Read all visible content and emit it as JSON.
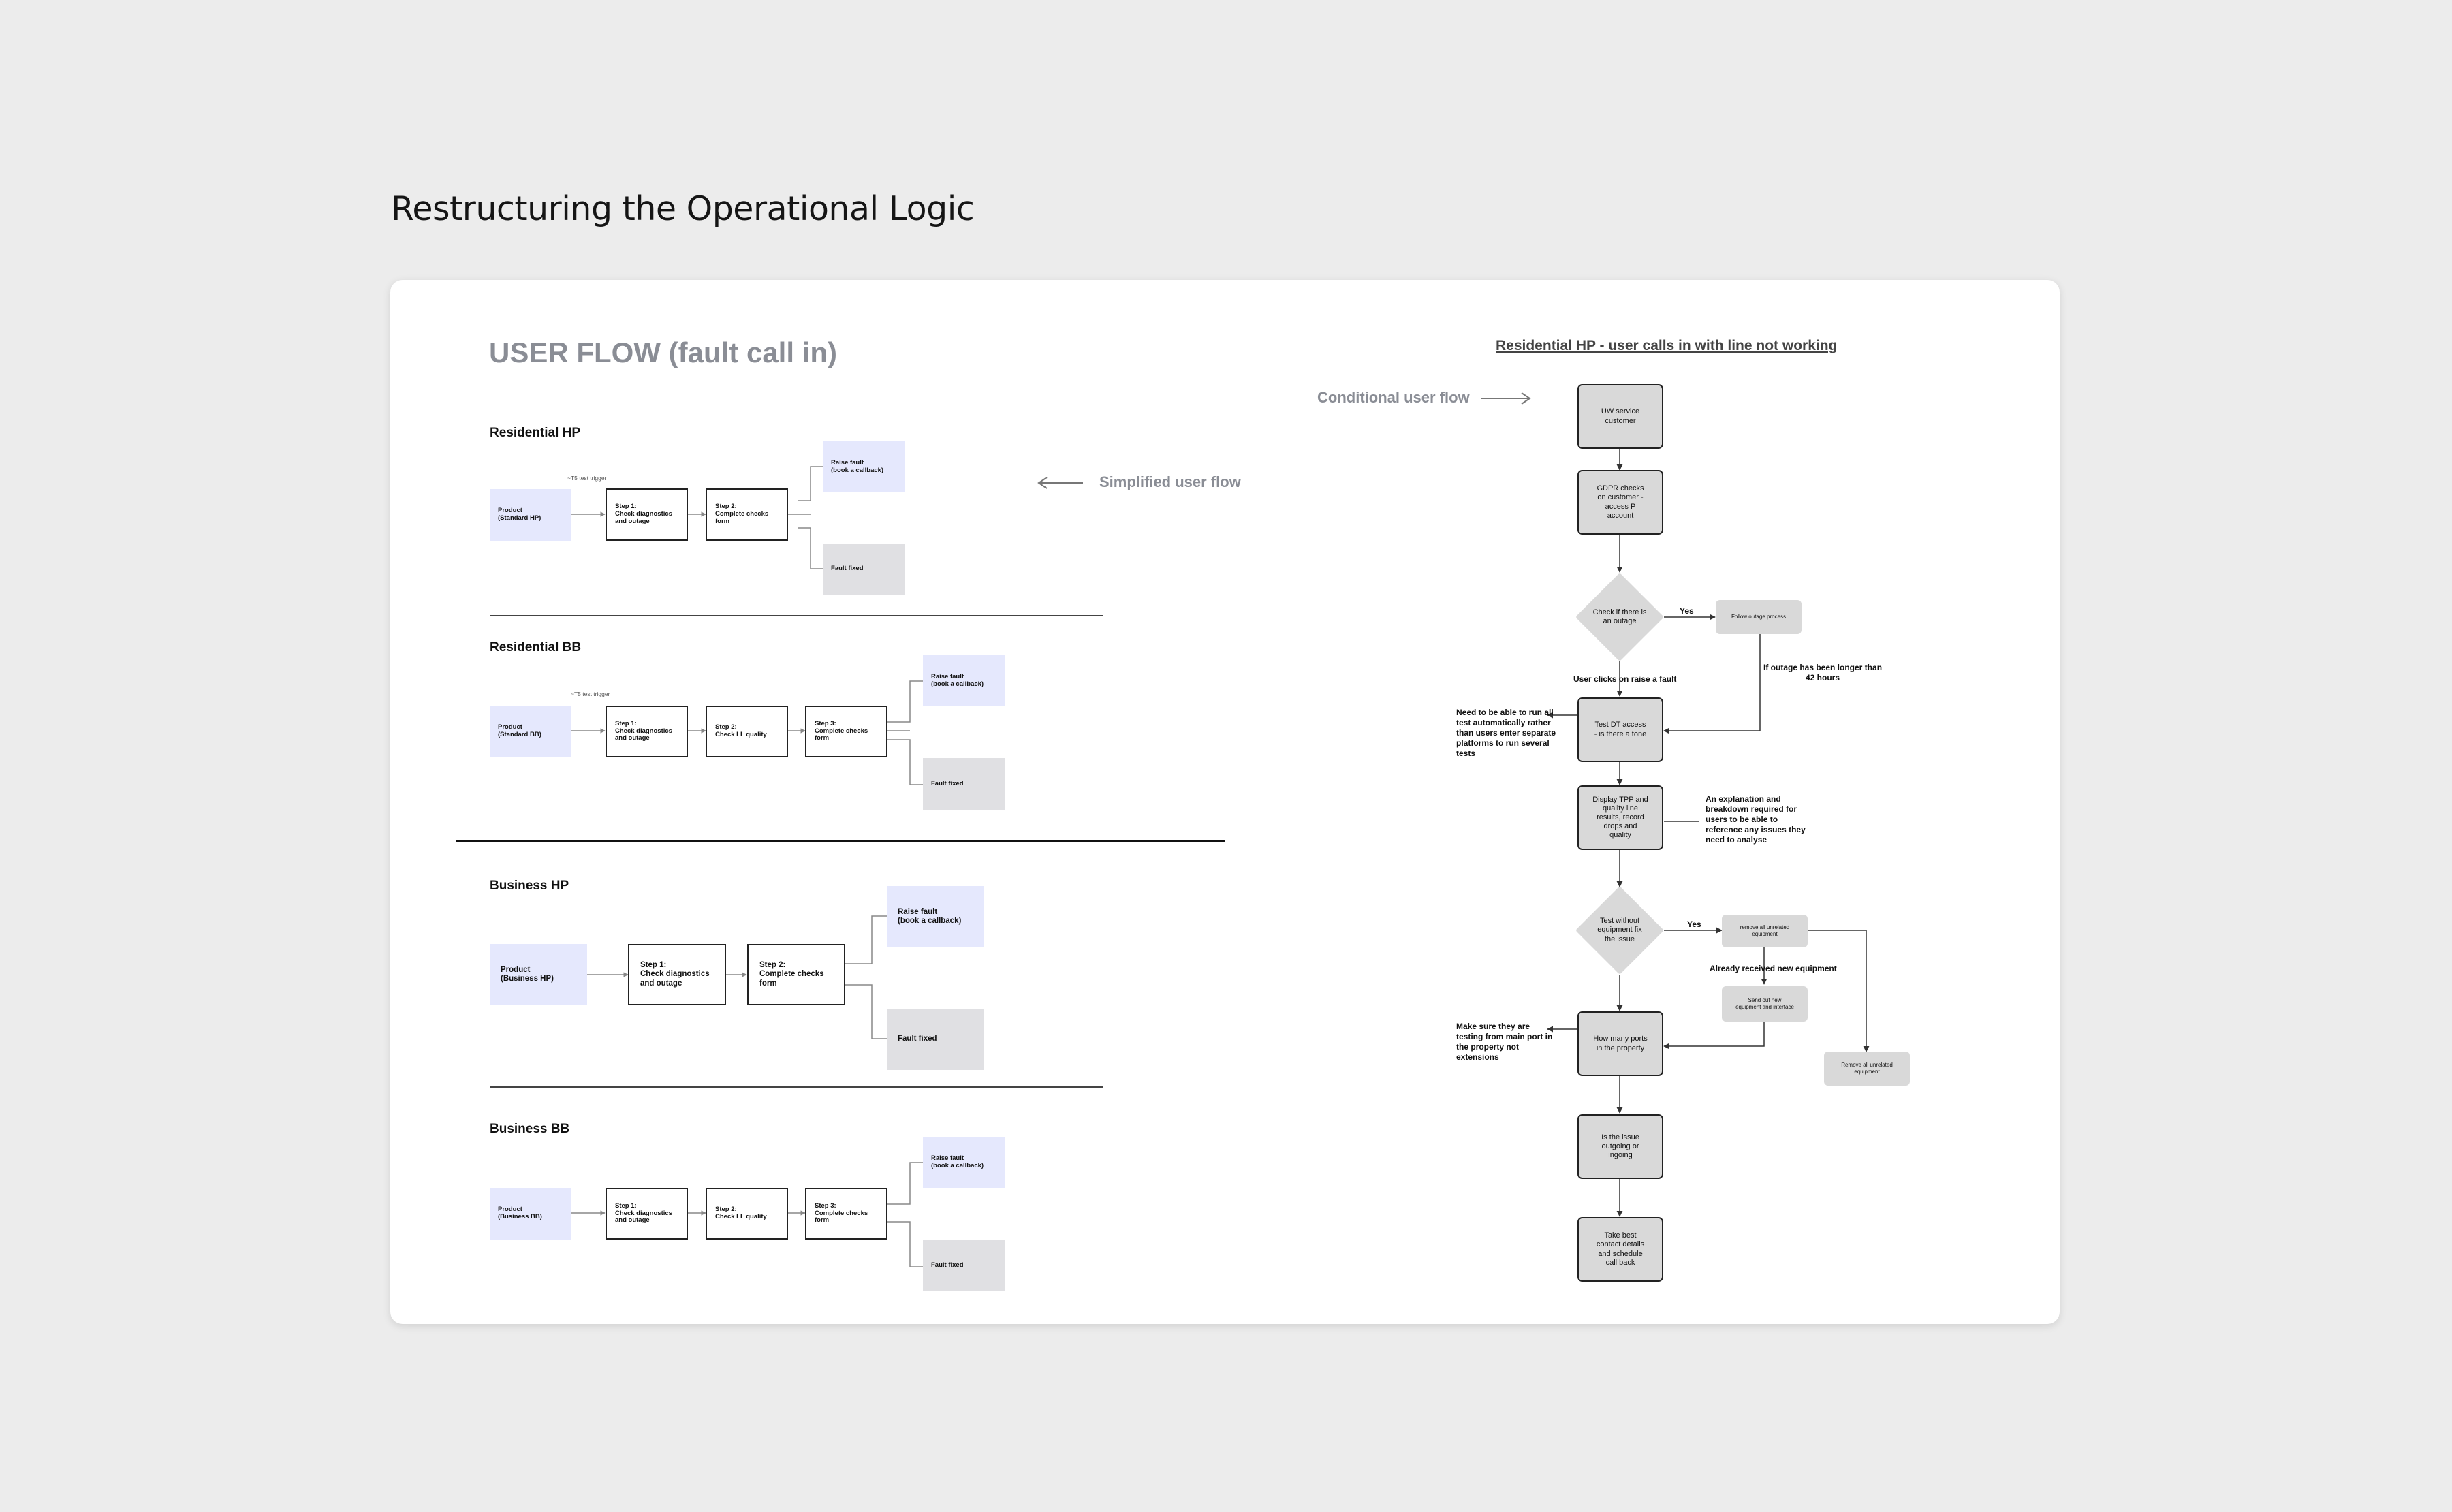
{
  "page_title": "Restructuring the Operational Logic",
  "left": {
    "heading": "USER FLOW (fault call in)",
    "annotation": "Simplified user flow",
    "sections": {
      "res_hp": {
        "title": "Residential HP",
        "trigger": "~T5 test trigger",
        "product": "Product\n(Standard HP)",
        "step1": "Step 1:\nCheck diagnostics\nand outage",
        "step2": "Step 2:\nComplete checks form",
        "raise": "Raise fault\n(book a callback)",
        "fixed": "Fault fixed"
      },
      "res_bb": {
        "title": "Residential BB",
        "trigger": "~T5 test trigger",
        "product": "Product\n(Standard BB)",
        "step1": "Step 1:\nCheck diagnostics\nand outage",
        "step2": "Step 2:\nCheck LL quality",
        "step3": "Step 3:\nComplete checks form",
        "raise": "Raise fault\n(book a callback)",
        "fixed": "Fault fixed"
      },
      "bus_hp": {
        "title": "Business HP",
        "product": "Product\n(Business HP)",
        "step1": "Step 1:\nCheck diagnostics\nand outage",
        "step2": "Step 2:\nComplete checks form",
        "raise": "Raise fault\n(book a callback)",
        "fixed": "Fault fixed"
      },
      "bus_bb": {
        "title": "Business BB",
        "product": "Product\n(Business BB)",
        "step1": "Step 1:\nCheck diagnostics\nand outage",
        "step2": "Step 2:\nCheck LL quality",
        "step3": "Step 3:\nComplete checks form",
        "raise": "Raise fault\n(book a callback)",
        "fixed": "Fault fixed"
      }
    }
  },
  "right": {
    "title": "Residential HP - user calls in with line not working",
    "annotation": "Conditional user flow",
    "nodes": {
      "start": "UW service\ncustomer",
      "gdpr": "GDPR checks\non customer -\naccess P\naccount",
      "outage": "Check if there is\nan outage",
      "follow": "Follow outage process",
      "test_dt": "Test DT access\n- is there a tone",
      "display": "Display TPP and\nquality line\nresults, record\ndrops and\nquality",
      "equip": "Test without\nequipment fix\nthe issue",
      "remove": "remove all unrelated\nequipment",
      "send": "Send out new\nequipment and interface",
      "remove2": "Remove all unrelated\nequipment",
      "ports": "How many ports\nin the property",
      "issue": "Is the issue\noutgoing or\ningoing",
      "take": "Take best\ncontact details\nand schedule\ncall back"
    },
    "labels": {
      "yes1": "Yes",
      "yes2": "Yes",
      "raise": "User clicks on raise a fault",
      "longer": "If outage has been longer than\n42 hours",
      "auto": "Need to be able to run all\ntest automatically rather\nthan users enter separate\nplatforms to run several\ntests",
      "explain": "An explanation and\nbreakdown required for\nusers to be able to\nreference any issues they\nneed to analyse",
      "received": "Already received new equipment",
      "main_port": "Make sure they are\ntesting from main port in\nthe property not\nextensions"
    }
  }
}
